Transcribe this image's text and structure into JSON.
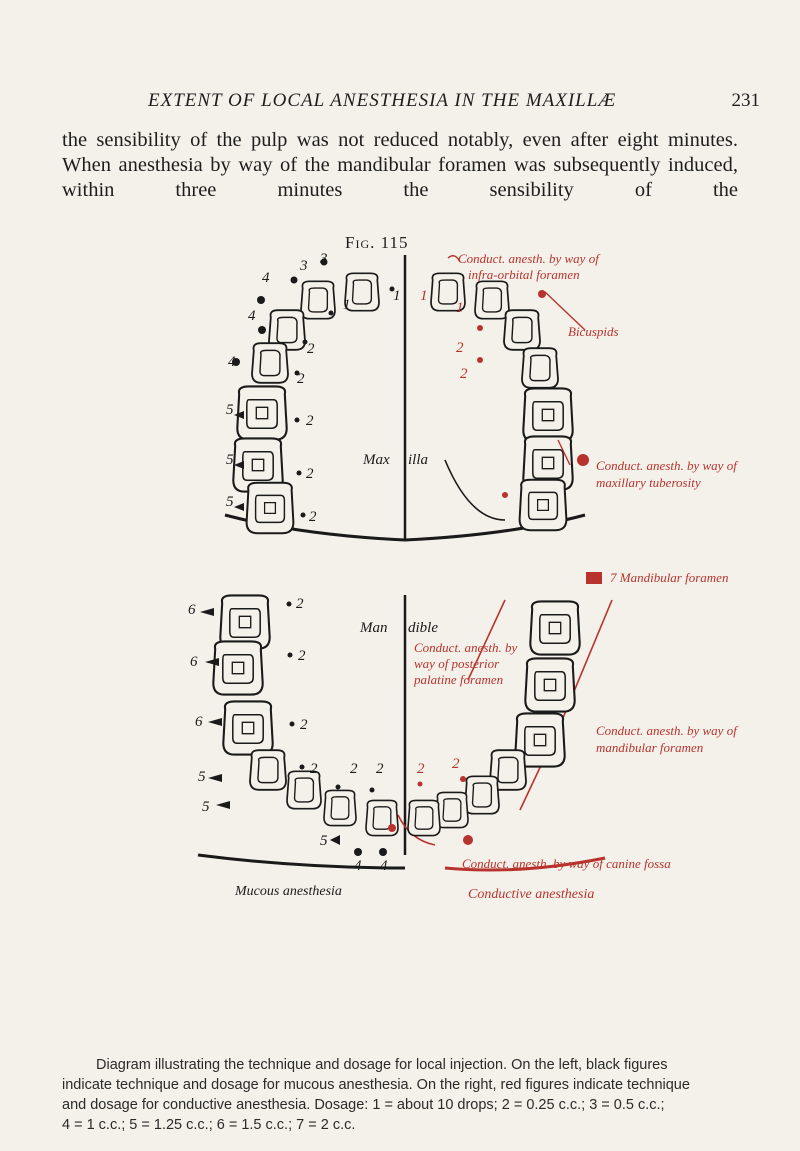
{
  "header": {
    "running_title": "EXTENT OF LOCAL ANESTHESIA IN THE MAXILLÆ",
    "page_number": "231"
  },
  "body_text": "the sensibility of the pulp was not reduced notably, even after eight minutes. When anesthesia by way of the mandibular foramen was subsequently induced, within three minutes the sensibility of the",
  "figure": {
    "label": "Fig. 115",
    "maxilla_label_left": "Max",
    "maxilla_label_right": "illa",
    "mandible_label_left": "Man",
    "mandible_label_right": "dible",
    "annotations": {
      "infraorbital_1": "Conduct. anesth. by way of",
      "infraorbital_2": "infra-orbital foramen",
      "bicuspids": "Bicuspids",
      "maxillary_tuberosity_1": "Conduct. anesth. by way of",
      "maxillary_tuberosity_2": "maxillary tuberosity",
      "mandibular_foramen_key": "7 Mandibular foramen",
      "posterior_palatine_1": "Conduct. anesth. by",
      "posterior_palatine_2": "way of posterior",
      "posterior_palatine_3": "palatine foramen",
      "mandibular_foramen_1": "Conduct. anesth. by way of",
      "mandibular_foramen_2": "mandibular foramen",
      "canine_fossa": "Conduct. anesth. by way of canine fossa",
      "mucous_anesthesia": "Mucous anesthesia",
      "conductive_anesthesia": "Conductive anesthesia"
    },
    "dose_numbers": {
      "one": "1",
      "two": "2",
      "three": "3",
      "four": "4",
      "five": "5",
      "six": "6"
    },
    "colors": {
      "black_ink": "#1a1a1a",
      "red_ink": "#b8332e"
    }
  },
  "caption": {
    "line1": "Diagram illustrating the technique and dosage for local injection. On the left, black figures",
    "line2": "indicate technique and dosage for mucous anesthesia. On the right, red figures indicate technique",
    "line3": "and dosage for conductive anesthesia. Dosage: 1 = about 10 drops; 2 = 0.25 c.c.; 3 = 0.5 c.c.;",
    "line4": "4 = 1 c.c.; 5 = 1.25 c.c.; 6 = 1.5 c.c.; 7 = 2 c.c."
  }
}
